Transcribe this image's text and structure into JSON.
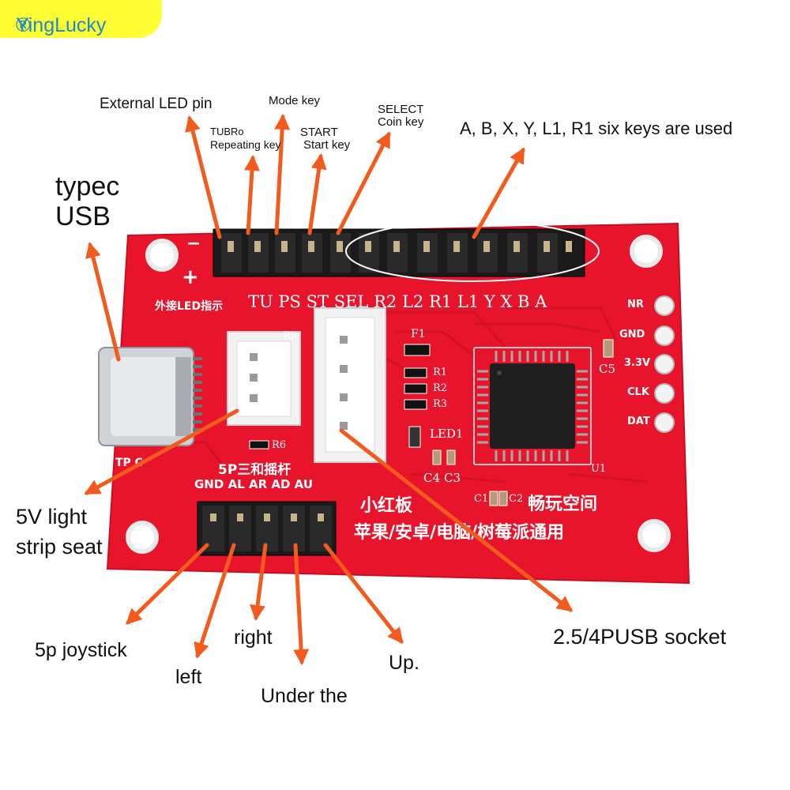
{
  "brand": {
    "name": "YingLucky",
    "mark": "®"
  },
  "labels": {
    "external_led": "External LED pin",
    "mode_key": "Mode key",
    "turbo_1": "TUBRo",
    "turbo_2": "Repeating key",
    "start_1": "START",
    "start_2": "Start key",
    "select_1": "SELECT",
    "select_2": "Coin key",
    "six_keys": "A, B, X, Y, L1, R1 six keys are used",
    "typec_1": "typec",
    "typec_2": "USB",
    "light_1": "5V light",
    "light_2": "strip seat",
    "joystick": "5p joystick",
    "left": "left",
    "right": "right",
    "under": "Under the",
    "up": "Up.",
    "usb_socket": "2.5/4PUSB socket"
  },
  "silkscreen": {
    "ext_led": "外接LED指示",
    "pins_top": [
      "TU",
      "PS",
      "ST",
      "SEL",
      "R2",
      "L2",
      "R1",
      "L1",
      "Y",
      "X",
      "B",
      "A"
    ],
    "minus": "−",
    "plus": "+",
    "side_pads": [
      "NR",
      "GND",
      "3.3V",
      "CLK",
      "DAT"
    ],
    "f1": "F1",
    "resistors": [
      "R1",
      "R2",
      "R3"
    ],
    "led1": "LED1",
    "r5": "R5",
    "r6": "R6",
    "caps": [
      "C4",
      "C3",
      "C5"
    ],
    "c1": "C1",
    "c2": "C2",
    "u1": "U1",
    "typec": "TP C",
    "joystick_title": "5P三和摇杆",
    "joystick_pins": [
      "GND",
      "AL",
      "AR",
      "AD",
      "AU"
    ],
    "board_name": "小红板",
    "board_slogan": "畅玩空间",
    "compat": "苹果/安卓/电脑/树莓派通用"
  },
  "colors": {
    "board": "#e8142c",
    "arrow": "#f25a1e",
    "brand_bg": "#ffff33",
    "brand_text": "#1a8cc9"
  }
}
